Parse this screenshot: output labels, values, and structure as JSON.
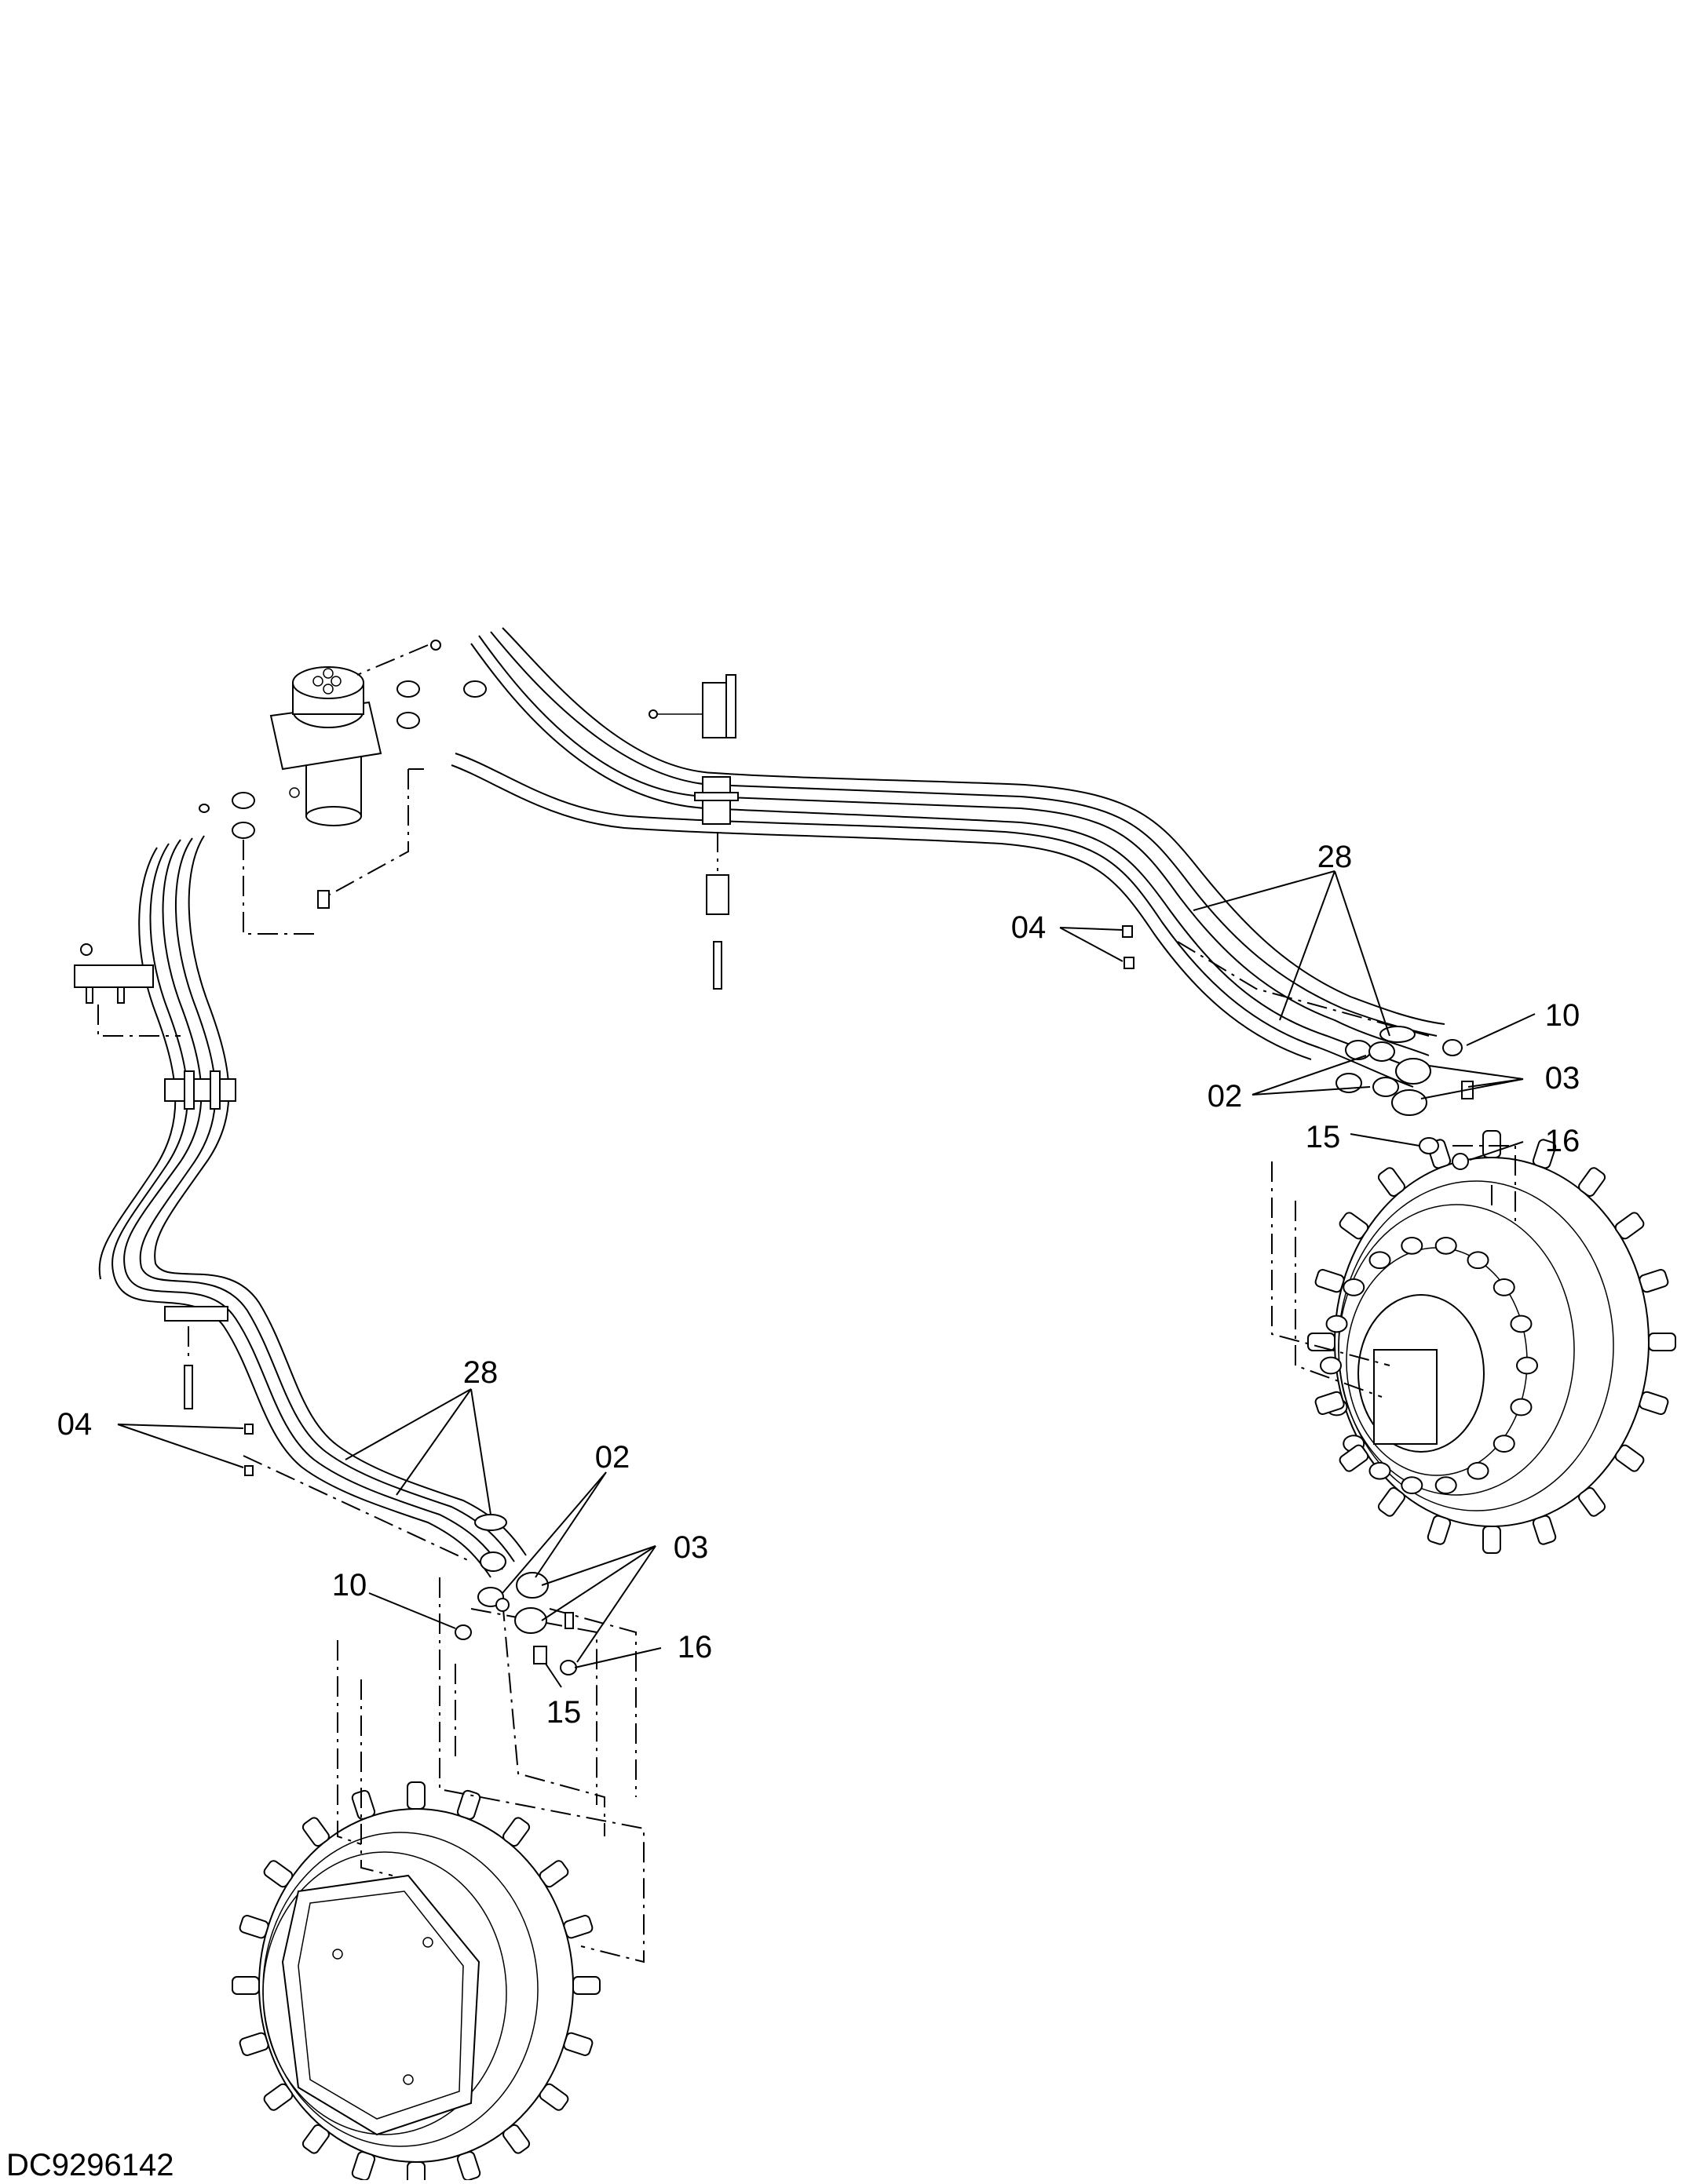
{
  "drawing_id": "DC9296142",
  "callouts": {
    "right_28": "28",
    "right_04": "04",
    "right_10": "10",
    "right_03": "03",
    "right_02": "02",
    "right_15": "15",
    "right_16": "16",
    "left_28": "28",
    "left_04": "04",
    "left_02": "02",
    "left_03": "03",
    "left_10": "10",
    "left_16": "16",
    "left_15": "15"
  }
}
